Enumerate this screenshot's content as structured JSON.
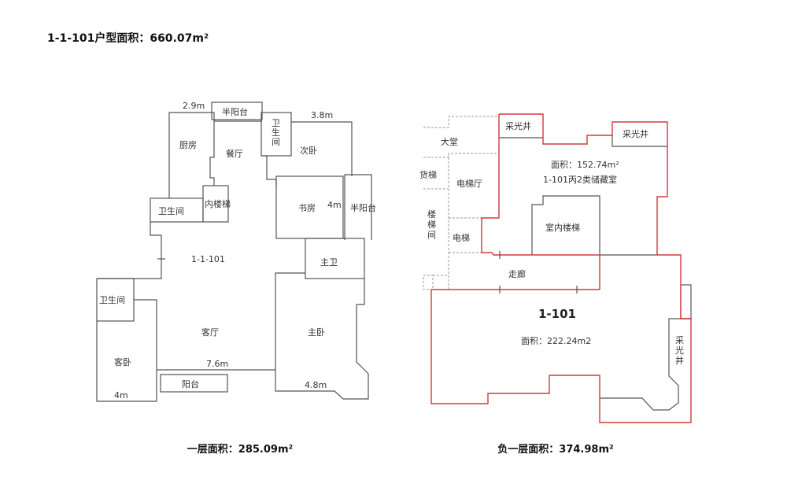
{
  "title": "1-1-101户型面积：660.07m²",
  "first_floor": {
    "caption": "一层面积：285.09m²",
    "rooms": {
      "half_balcony_top": "半阳台",
      "kitchen": "厨房",
      "dining": "餐厅",
      "bath_top_1": "卫",
      "bath_top_2": "生",
      "bath_top_3": "间",
      "second_bedroom": "次卧",
      "bath_left": "卫生间",
      "inner_stairs": "内楼梯",
      "study": "书房",
      "half_balcony_right": "半阳台",
      "unit": "1-1-101",
      "master_bath": "主卫",
      "bath_guest": "卫生间",
      "living": "客厅",
      "master_bedroom": "主卧",
      "guest_bedroom": "客卧",
      "balcony": "阳台"
    },
    "dimensions": {
      "d1": "2.9m",
      "d2": "3.8m",
      "d3": "4m",
      "d4": "7.6m",
      "d5": "4.8m",
      "d6": "4m"
    }
  },
  "basement": {
    "caption": "负一层面积：374.98m²",
    "rooms": {
      "skylight_1": "采光井",
      "skylight_2": "采光井",
      "skylight_3a": "采",
      "skylight_3b": "光",
      "skylight_3c": "井",
      "lobby": "大堂",
      "freight_elevator": "货梯",
      "elevator_hall": "电梯厅",
      "stair_a": "楼",
      "stair_b": "梯",
      "stair_c": "间",
      "elevator": "电梯",
      "storage_area": "面积：152.74m²",
      "storage_name": "1-101丙2类储藏室",
      "indoor_stairs": "室内楼梯",
      "corridor": "走廊",
      "unit": "1-101",
      "unit_area": "面积：222.24m2"
    }
  },
  "colors": {
    "outline": "#d23a3a",
    "wall": "#555555"
  }
}
